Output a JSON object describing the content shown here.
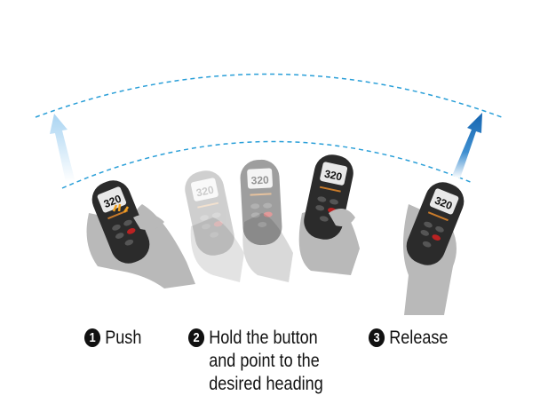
{
  "illustration": {
    "screen_value": "320",
    "colors": {
      "arc": "#2a9fd8",
      "arrow_light": "#bfe0f5",
      "arrow_dark": "#1a6fb8",
      "hand": "#b9b9b9",
      "remote": "#2a2a2a"
    }
  },
  "steps": [
    {
      "number": "1",
      "label": "Push"
    },
    {
      "number": "2",
      "label_lines": [
        "Hold the button",
        "and point to the",
        "desired heading"
      ]
    },
    {
      "number": "3",
      "label": "Release"
    }
  ]
}
